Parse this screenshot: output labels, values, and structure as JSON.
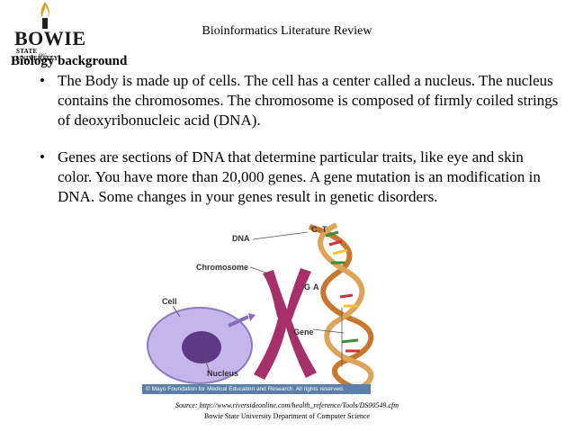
{
  "header": {
    "logo_text": "BOWIE",
    "logo_subtext": "STATE UNIVERSITY",
    "logo_year": "1865",
    "title": "Bioinformatics Literature Review"
  },
  "section_title": "Biology background",
  "bullets": [
    "The Body is made up of cells. The  cell has a center called a nucleus. The nucleus contains the chromosomes. The chromosome is composed of firmly coiled strings of deoxyribonucleic acid (DNA).",
    "Genes are sections of DNA that determine particular traits, like eye and skin color. You have more than 20,000 genes. A gene mutation is an modification in DNA. Some changes in your genes result in genetic disorders."
  ],
  "figure": {
    "labels": {
      "dna": "DNA",
      "c": "C",
      "t": "T",
      "g": "G",
      "a": "A",
      "chromosome": "Chromosome",
      "cell": "Cell",
      "gene": "Gene",
      "nucleus": "Nucleus"
    },
    "copyright": "© Mayo Foundation for Medical Education and Research. All rights reserved.",
    "colors": {
      "cell": "#b7a7e0",
      "chromosome": "#a7306a",
      "dna": "#c9772e",
      "banner": "#5b7fa6"
    }
  },
  "source": "Source:  http://www.riversideonline.com/health_reference/Tools/DS00549.cfm",
  "footer": "Bowie State University Department of Computer Science"
}
